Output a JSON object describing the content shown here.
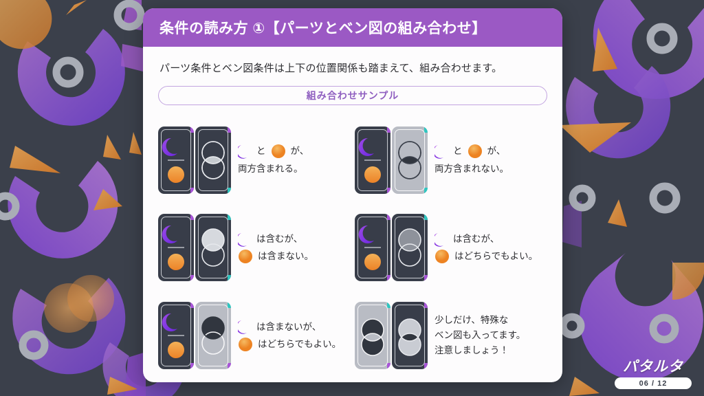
{
  "slide": {
    "title": "条件の読み方 ①【パーツとベン図の組み合わせ】",
    "lead": "パーツ条件とベン図条件は上下の位置関係も踏まえて、組み合わせます。",
    "sample_label": "組み合わせサンプル"
  },
  "colors": {
    "background": "#3b404b",
    "slide_bg": "#fdfcfd",
    "title_bar": "#9b59c4",
    "accent_purple": "#8f5fc0",
    "pill_border": "#c2a4e0",
    "moon_glyph": "#7b2ff2",
    "circle_glyph": "#f0922f",
    "card_dark": "#383d49",
    "card_light": "#b9bcc4",
    "edge_purple": "#a855d8",
    "edge_teal": "#2fc6c0",
    "text": "#2f2f33"
  },
  "samples": [
    {
      "id": "sample-1",
      "art": "parts-card-plus-venn-lens",
      "lines": [
        {
          "glyphs": [
            "moon-icon",
            "circle-icon"
          ],
          "text_between": "と",
          "text_after": "が、"
        },
        {
          "glyphs": [],
          "text": "両方含まれる。"
        }
      ]
    },
    {
      "id": "sample-2",
      "art": "parts-card-plus-venn-lens-inverted",
      "lines": [
        {
          "glyphs": [
            "moon-icon",
            "circle-icon"
          ],
          "text_between": "と",
          "text_after": "が、"
        },
        {
          "glyphs": [],
          "text": "両方含まれない。"
        }
      ]
    },
    {
      "id": "sample-3",
      "art": "parts-card-plus-venn-top-filled",
      "lines": [
        {
          "glyphs": [
            "moon-icon"
          ],
          "text": "は含むが、"
        },
        {
          "glyphs": [
            "circle-icon"
          ],
          "text": "は含まない。"
        }
      ]
    },
    {
      "id": "sample-4",
      "art": "parts-card-plus-venn-top-ghost",
      "lines": [
        {
          "glyphs": [
            "moon-icon"
          ],
          "text": "は含むが、"
        },
        {
          "glyphs": [
            "circle-icon"
          ],
          "text": "はどちらでもよい。"
        }
      ]
    },
    {
      "id": "sample-5",
      "art": "parts-card-plus-venn-top-filled-inverted",
      "lines": [
        {
          "glyphs": [
            "moon-icon"
          ],
          "text": "は含まないが、"
        },
        {
          "glyphs": [
            "circle-icon"
          ],
          "text": "はどちらでもよい。"
        }
      ]
    },
    {
      "id": "sample-6",
      "art": "venn-only-pair-light-and-dark",
      "note_lines": [
        "少しだけ、特殊な",
        "ベン図も入ってます。",
        "注意しましょう！"
      ]
    }
  ],
  "footer": {
    "wordmark": "パタルタ",
    "page": "06 / 12"
  }
}
